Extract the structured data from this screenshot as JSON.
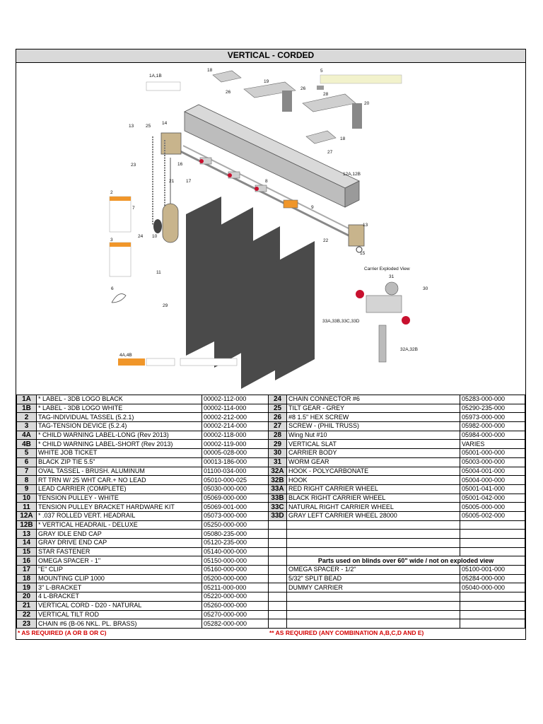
{
  "title": "VERTICAL - CORDED",
  "callouts": {
    "c1a1b": "1A,1B",
    "c18a": "18",
    "c5": "5",
    "c19": "19",
    "c26a": "26",
    "c26b": "26",
    "c28": "28",
    "c20": "20",
    "c14": "14",
    "c13": "13",
    "c25": "25",
    "c18b": "18",
    "c27": "27",
    "c23": "23",
    "c16": "16",
    "c21": "21",
    "c17": "17",
    "c8": "8",
    "c12a12b": "12A,12B",
    "c2": "2",
    "c7": "7",
    "c9": "9",
    "c24": "24",
    "c10": "10",
    "c3": "3",
    "c13b": "13",
    "c22": "22",
    "c15": "15",
    "c11": "11",
    "c6": "6",
    "c29": "29",
    "c31": "31",
    "c30": "30",
    "c33": "33A,33B,33C,33D",
    "c32": "32A,32B",
    "c4a4b": "4A,4B",
    "carrier_exploded": "Carrier Exploded View"
  },
  "table": {
    "left": [
      {
        "num": "1A",
        "desc": "*  LABEL - 3DB LOGO BLACK",
        "part": "00002-112-000"
      },
      {
        "num": "1B",
        "desc": "*  LABEL - 3DB LOGO WHITE",
        "part": "00002-114-000"
      },
      {
        "num": "2",
        "desc": "TAG-INDIVIDUAL TASSEL (5.2.1)",
        "part": "00002-212-000"
      },
      {
        "num": "3",
        "desc": "TAG-TENSION DEVICE (5.2.4)",
        "part": "00002-214-000"
      },
      {
        "num": "4A",
        "desc": "*  CHILD WARNING LABEL-LONG (Rev 2013)",
        "part": "00002-118-000"
      },
      {
        "num": "4B",
        "desc": "*  CHILD WARNING LABEL-SHORT (Rev 2013)",
        "part": "00002-119-000"
      },
      {
        "num": "5",
        "desc": "WHITE JOB TICKET",
        "part": "00005-028-000"
      },
      {
        "num": "6",
        "desc": "BLACK ZIP TIE 5.5\"",
        "part": "00013-186-000"
      },
      {
        "num": "7",
        "desc": "OVAL TASSEL - BRUSH. ALUMINUM",
        "part": "01100-034-000"
      },
      {
        "num": "8",
        "desc": "RT TRN W/ 25 WHT CAR.+ NO LEAD",
        "part": "05010-000-025"
      },
      {
        "num": "9",
        "desc": "LEAD CARRIER (COMPLETE)",
        "part": "05030-000-000"
      },
      {
        "num": "10",
        "desc": "TENSION PULLEY - WHITE",
        "part": "05069-000-000"
      },
      {
        "num": "11",
        "desc": "TENSION PULLEY BRACKET HARDWARE KIT",
        "part": "05069-001-000"
      },
      {
        "num": "12A",
        "desc": "* .037 ROLLED VERT. HEADRAIL",
        "part": "05073-000-000"
      },
      {
        "num": "12B",
        "desc": "*  VERTICAL HEADRAIL - DELUXE",
        "part": "05250-000-000"
      },
      {
        "num": "13",
        "desc": "GRAY IDLE END CAP",
        "part": "05080-235-000"
      },
      {
        "num": "14",
        "desc": "GRAY DRIVE END CAP",
        "part": "05120-235-000"
      },
      {
        "num": "15",
        "desc": "STAR FASTENER",
        "part": "05140-000-000"
      },
      {
        "num": "16",
        "desc": "OMEGA SPACER - 1\"",
        "part": "05150-000-000"
      },
      {
        "num": "17",
        "desc": "\"E\" CLIP",
        "part": "05160-000-000"
      },
      {
        "num": "18",
        "desc": "MOUNTING CLIP 1000",
        "part": "05200-000-000"
      },
      {
        "num": "19",
        "desc": "3\" L-BRACKET",
        "part": "05211-000-000"
      },
      {
        "num": "20",
        "desc": "4 L-BRACKET",
        "part": "05220-000-000"
      },
      {
        "num": "21",
        "desc": "VERTICAL CORD - D20 - NATURAL",
        "part": "05260-000-000"
      },
      {
        "num": "22",
        "desc": "VERTICAL TILT ROD",
        "part": "05270-000-000"
      },
      {
        "num": "23",
        "desc": "CHAIN #6 (B-06 NKL. PL. BRASS)",
        "part": "05282-000-000"
      }
    ],
    "right": [
      {
        "num": "24",
        "desc": "CHAIN CONNECTOR #6",
        "part": "05283-000-000"
      },
      {
        "num": "25",
        "desc": "TILT GEAR - GREY",
        "part": "05290-235-000"
      },
      {
        "num": "26",
        "desc": "#8 1.5\" HEX SCREW",
        "part": "05973-000-000"
      },
      {
        "num": "27",
        "desc": "SCREW - (PHIL TRUSS)",
        "part": "05982-000-000"
      },
      {
        "num": "28",
        "desc": "Wing Nut #10",
        "part": "05984-000-000"
      },
      {
        "num": "29",
        "desc": "VERTICAL SLAT",
        "part": "VARIES"
      },
      {
        "num": "30",
        "desc": "CARRIER BODY",
        "part": "05001-000-000"
      },
      {
        "num": "31",
        "desc": "WORM GEAR",
        "part": "05003-000-000"
      },
      {
        "num": "32A",
        "desc": "HOOK - POLYCARBONATE",
        "part": "05004-001-000"
      },
      {
        "num": "32B",
        "desc": "HOOK",
        "part": "05004-000-000"
      },
      {
        "num": "33A",
        "desc": "RED RIGHT CARRIER WHEEL",
        "part": "05001-041-000"
      },
      {
        "num": "33B",
        "desc": "BLACK RIGHT CARRIER WHEEL",
        "part": "05001-042-000"
      },
      {
        "num": "33C",
        "desc": "NATURAL RIGHT CARRIER WHEEL",
        "part": "05005-000-000"
      },
      {
        "num": "33D",
        "desc": "GRAY LEFT CARRIER WHEEL 28000",
        "part": "05005-002-000"
      },
      {
        "num": "",
        "desc": "",
        "part": ""
      },
      {
        "num": "",
        "desc": "",
        "part": ""
      },
      {
        "num": "",
        "desc": "",
        "part": ""
      },
      {
        "num": "",
        "desc": "",
        "part": ""
      },
      {
        "num": "",
        "desc": "Parts used on blinds over 60\" wide / not on exploded view",
        "part": "",
        "section": true
      },
      {
        "num": "",
        "desc": "OMEGA SPACER - 1/2\"",
        "part": "05100-001-000"
      },
      {
        "num": "",
        "desc": "5/32\" SPLIT BEAD",
        "part": "05284-000-000"
      },
      {
        "num": "",
        "desc": "DUMMY CARRIER",
        "part": "05040-000-000"
      },
      {
        "num": "",
        "desc": "",
        "part": ""
      },
      {
        "num": "",
        "desc": "",
        "part": ""
      },
      {
        "num": "",
        "desc": "",
        "part": ""
      },
      {
        "num": "",
        "desc": "",
        "part": ""
      }
    ]
  },
  "footnotes": {
    "left": "* AS REQUIRED (A OR B OR C)",
    "right": "** AS REQUIRED (ANY COMBINATION A,B,C,D AND E)"
  },
  "colors": {
    "header_fill": "#d9d9d9",
    "footnote": "#d40000",
    "slat": "#4a4a4a",
    "wheel": "#c8102e"
  }
}
